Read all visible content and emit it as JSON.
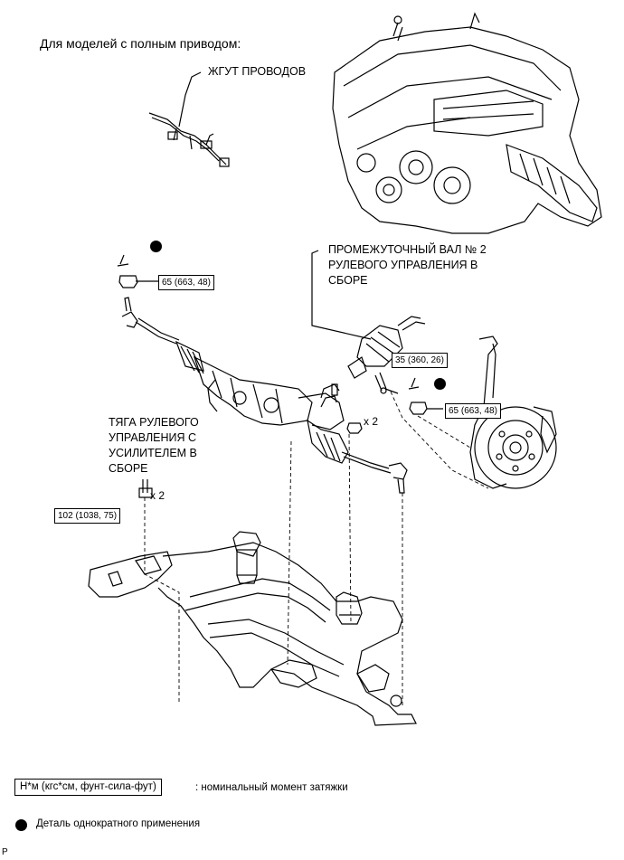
{
  "header": {
    "title": "Для моделей с полным приводом:"
  },
  "labels": {
    "wire_harness": "ЖГУТ ПРОВОДОВ",
    "intermediate_shaft": "ПРОМЕЖУТОЧНЫЙ ВАЛ № 2\nРУЛЕВОГО УПРАВЛЕНИЯ В\nСБОРЕ",
    "steering_link": "ТЯГА РУЛЕВОГО\nУПРАВЛЕНИЯ С\nУСИЛИТЕЛЕМ В\nСБОРЕ"
  },
  "torques": {
    "tie_rod_end_nut_left": "65 (663, 48)",
    "shaft_bolt": "35 (360, 26)",
    "tie_rod_end_nut_right": "65 (663, 48)",
    "rack_bolts": "102 (1038, 75)"
  },
  "quantities": {
    "nuts": "x 2",
    "bolts": "x 2"
  },
  "legend": {
    "torque_unit": "Н*м (кгс*см, фунт-сила-фут)",
    "torque_desc": ": номинальный момент затяжки",
    "non_reusable_desc": "Деталь однократного применения"
  },
  "corner_mark": "P"
}
